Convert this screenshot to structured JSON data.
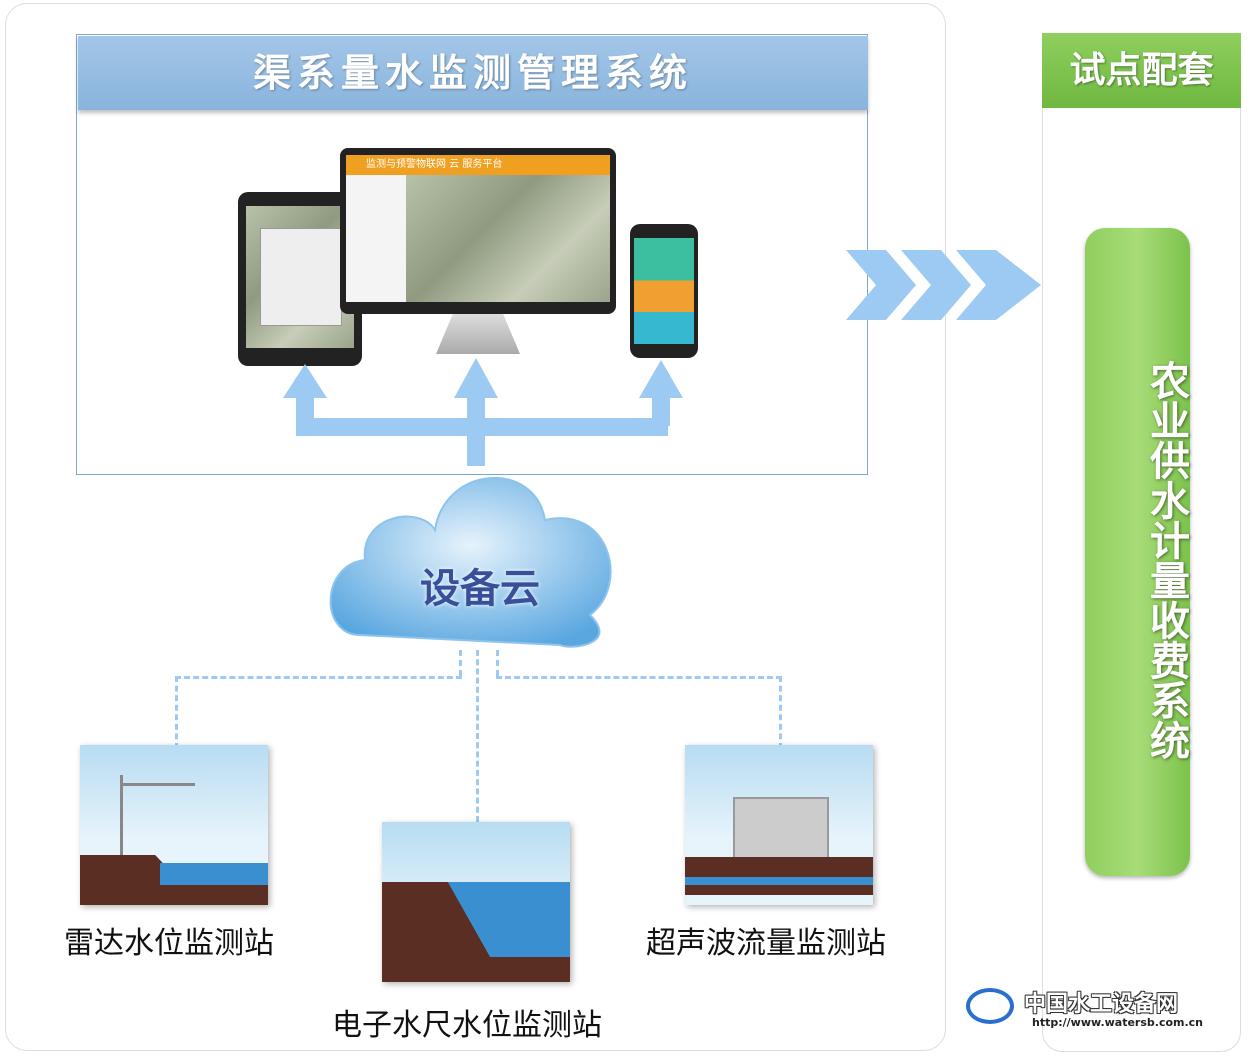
{
  "system_title": "渠系量水监测管理系统",
  "monitor_header": "监测与预警物联网 云 服务平台",
  "cloud_label": "设备云",
  "stations": {
    "radar": "雷达水位监测站",
    "electronic_gauge": "电子水尺水位监测站",
    "ultrasonic": "超声波流量监测站"
  },
  "right_panel": {
    "header": "试点配套",
    "system_name": "农业供水计量收费系统"
  },
  "watermark": {
    "name": "中国水工设备网",
    "url": "http://www.watersb.com.cn"
  },
  "colors": {
    "title_bar": "#8ab4dc",
    "green": "#7cc24c",
    "arrow": "#9ccaf2",
    "cloud_text": "#3a4f9a",
    "monitor_header": "#f0a020"
  }
}
